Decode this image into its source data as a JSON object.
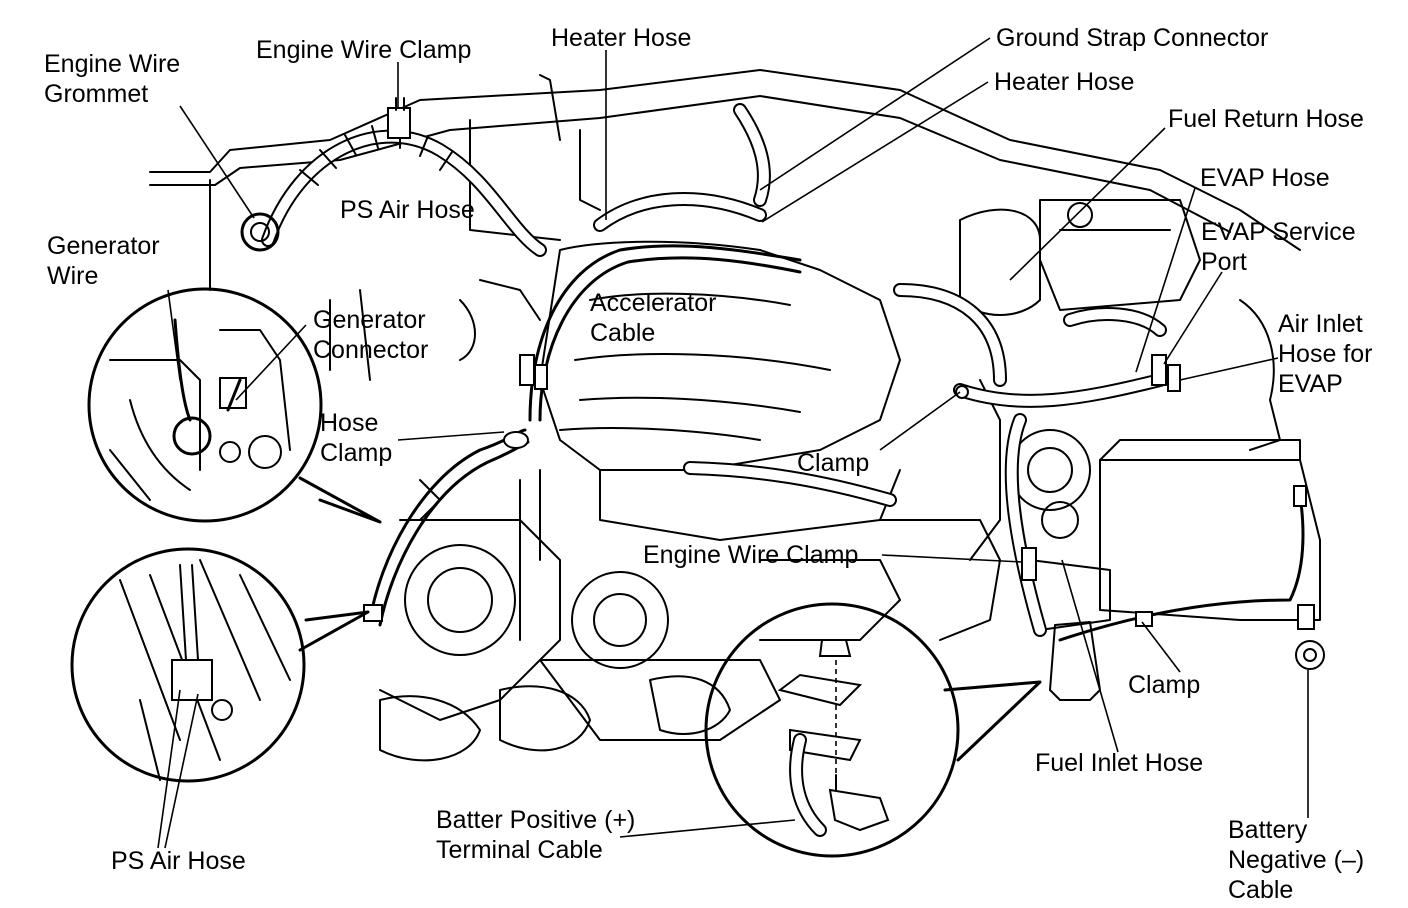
{
  "labels": {
    "engine_wire_grommet": [
      "Engine Wire",
      "Grommet"
    ],
    "engine_wire_clamp_top": "Engine Wire Clamp",
    "heater_hose_top": "Heater Hose",
    "ground_strap_connector": "Ground Strap Connector",
    "heater_hose_right": "Heater Hose",
    "fuel_return_hose": "Fuel Return Hose",
    "evap_hose": "EVAP Hose",
    "evap_service_port": [
      "EVAP Service",
      "Port"
    ],
    "air_inlet_hose": [
      "Air Inlet",
      "Hose for",
      "EVAP"
    ],
    "ps_air_hose_top": "PS Air Hose",
    "generator_wire": [
      "Generator",
      "Wire"
    ],
    "generator_connector": [
      "Generator",
      "Connector"
    ],
    "accelerator_cable": [
      "Accelerator",
      "Cable"
    ],
    "hose_clamp": [
      "Hose",
      "Clamp"
    ],
    "clamp_center": "Clamp",
    "engine_wire_clamp_mid": "Engine Wire Clamp",
    "clamp_right": "Clamp",
    "fuel_inlet_hose": "Fuel Inlet Hose",
    "batter_positive_cable": [
      "Batter Positive (+)",
      "Terminal Cable"
    ],
    "ps_air_hose_bottom": "PS Air Hose",
    "battery_negative_cable": [
      "Battery",
      "Negative (–)",
      "Cable"
    ]
  }
}
